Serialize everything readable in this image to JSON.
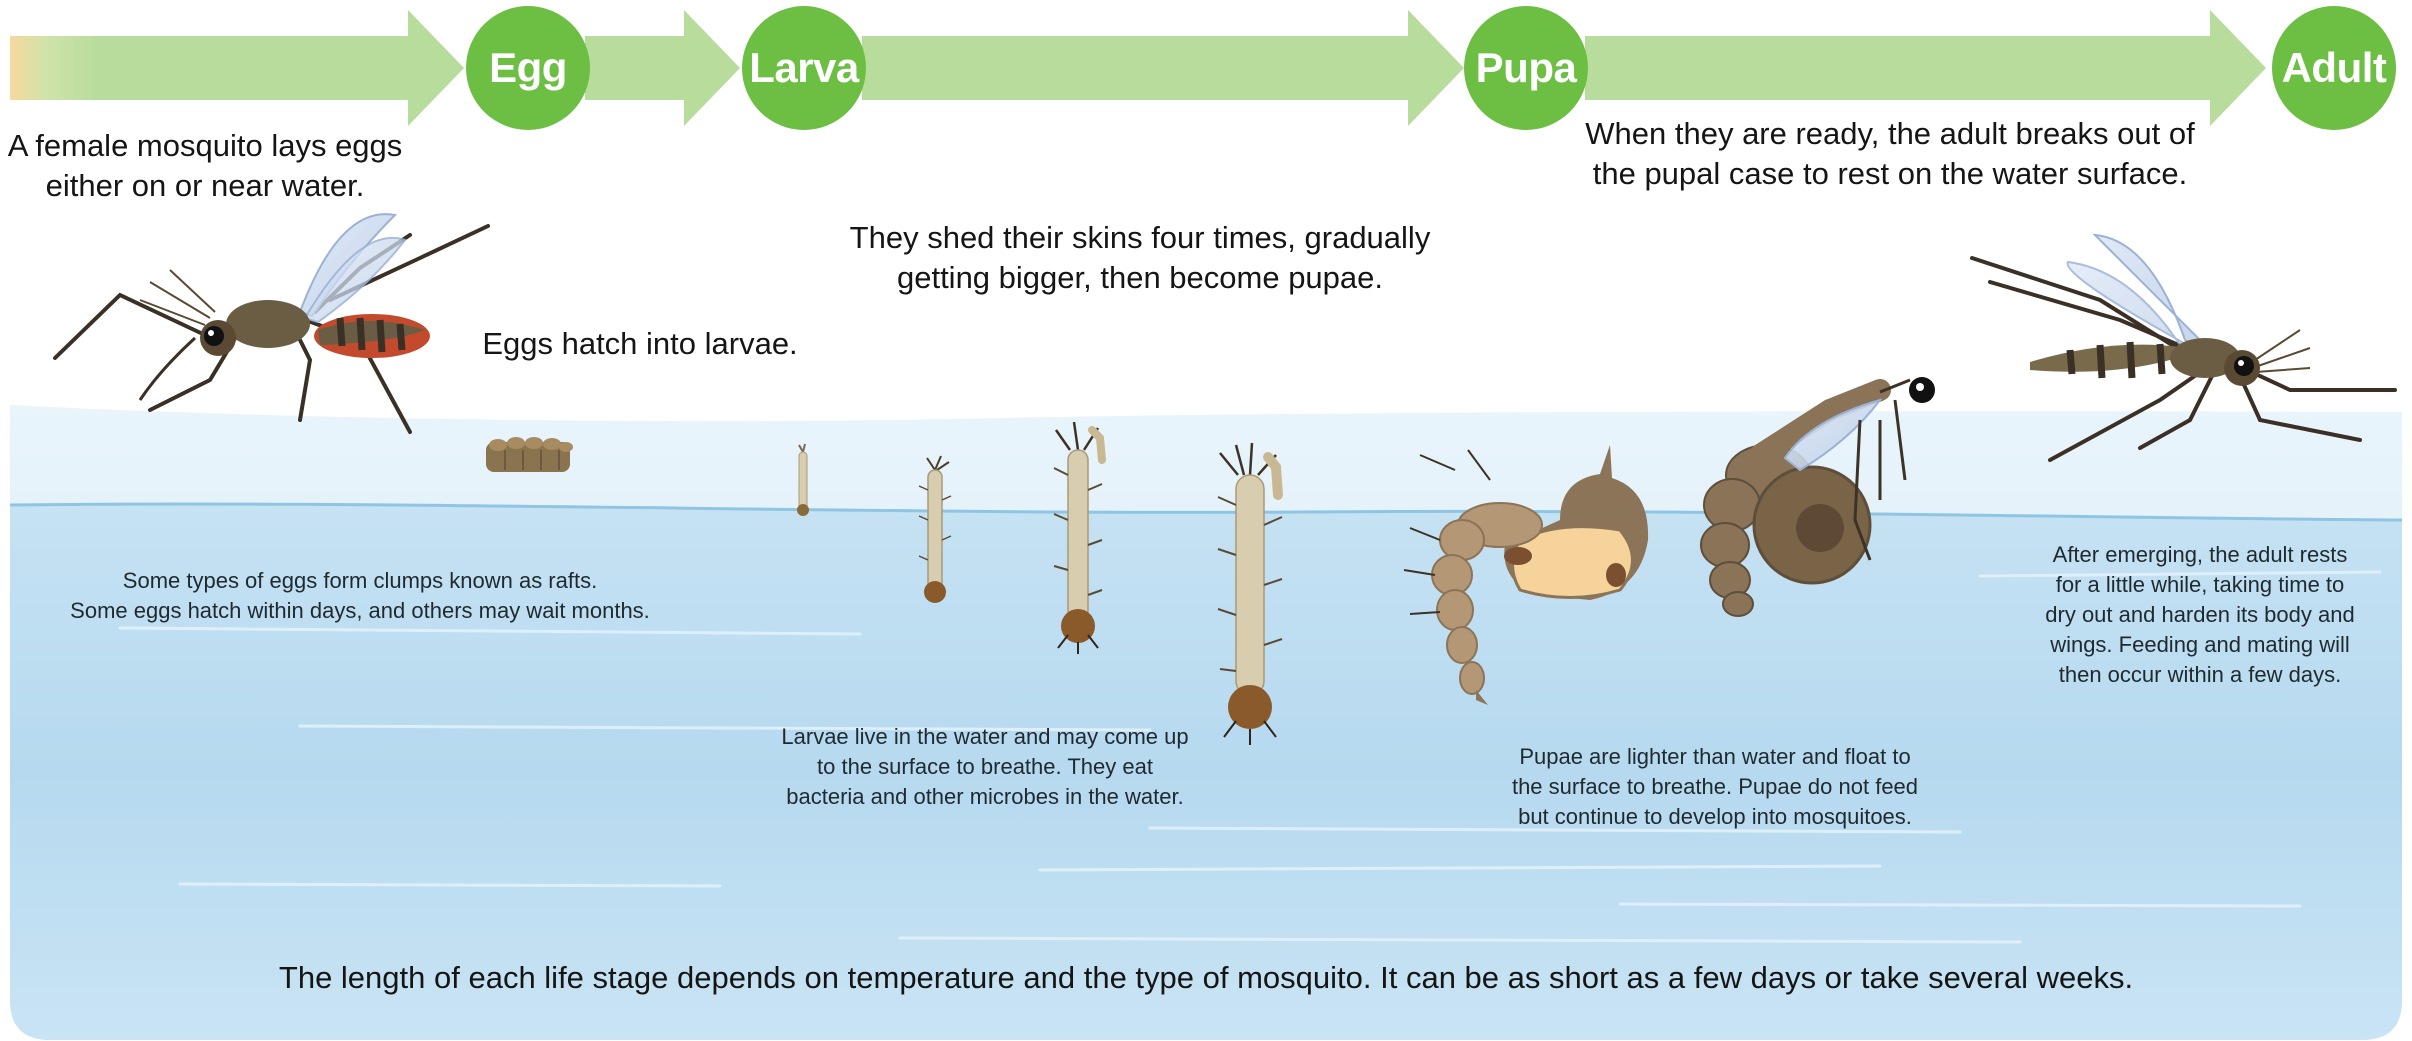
{
  "stages": {
    "egg": "Egg",
    "larva": "Larva",
    "pupa": "Pupa",
    "adult": "Adult"
  },
  "captions": {
    "female_lays": "A female mosquito lays eggs\neither on or near water.",
    "eggs_hatch": "Eggs hatch into larvae.",
    "shed_skins": "They shed their skins four times, gradually\ngetting bigger, then become pupae.",
    "adult_breaks": "When they are ready, the adult breaks out of\nthe pupal case to rest on the water surface.",
    "egg_rafts": "Some types of eggs form clumps known as rafts.\nSome eggs hatch within days, and others may wait months.",
    "larvae_live": "Larvae live in the water and may come up\nto the surface to breathe. They eat\nbacteria and other microbes in the water.",
    "pupae_lighter": "Pupae are lighter than water and float to\nthe surface to breathe. Pupae do not feed\nbut continue to develop into mosquitoes.",
    "after_emerging": "After emerging, the adult rests\nfor a little while, taking time to\ndry out and harden its body and\nwings. Feeding and mating will\nthen occur within a few days."
  },
  "footer": "The length of each life stage depends on temperature and the type of mosquito. It can be as short as a few days or take several weeks.",
  "colors": {
    "stage_green": "#6cbf43",
    "arrow_green": "#b7dc9c",
    "water_surface": "#d6ecf8",
    "water_deep": "#aed4ec",
    "mosquito_body": "#6b5d43",
    "larva_body": "#d9cdb0",
    "pupa_body": "#a88d6c"
  },
  "icons": [
    "female-mosquito-icon",
    "egg-raft-icon",
    "larva-icon",
    "pupa-icon",
    "emerging-adult-icon",
    "adult-mosquito-icon"
  ]
}
